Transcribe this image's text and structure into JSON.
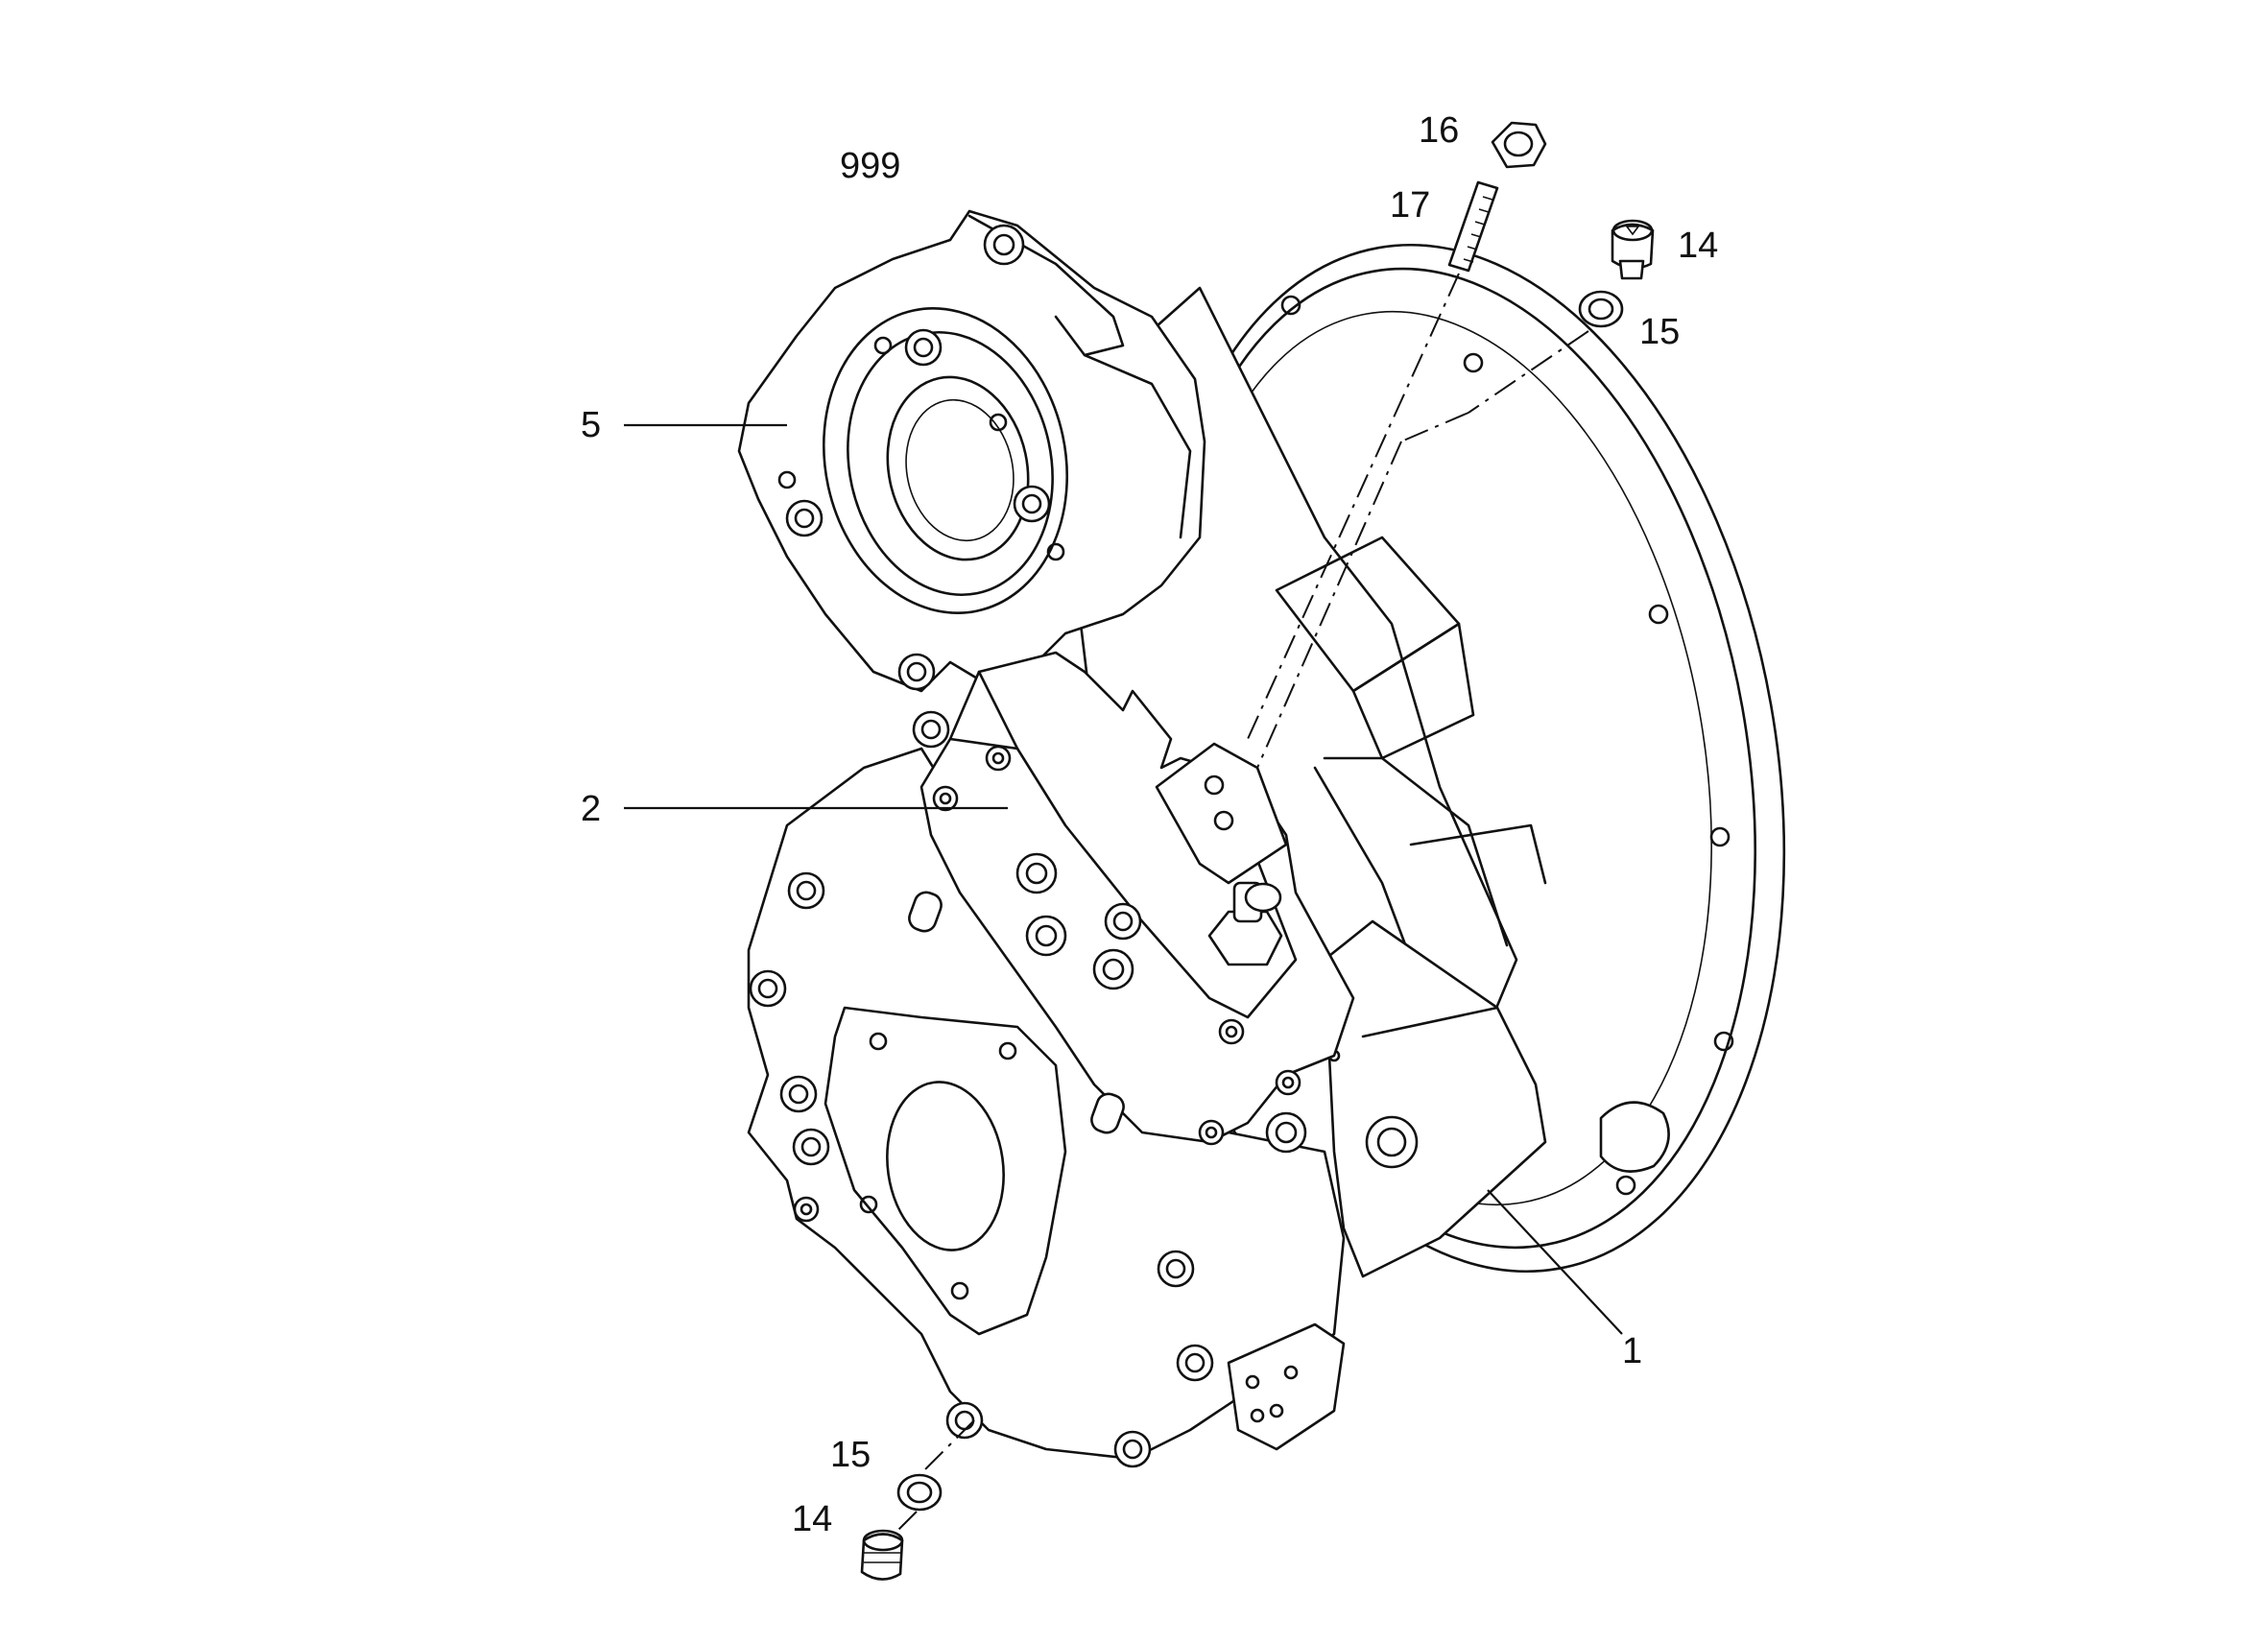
{
  "diagram": {
    "figure_number": "999",
    "callouts": {
      "c1": "1",
      "c2": "2",
      "c5": "5",
      "c14_top": "14",
      "c15_top": "15",
      "c16": "16",
      "c17": "17",
      "c15_bottom": "15",
      "c14_bottom": "14"
    }
  }
}
